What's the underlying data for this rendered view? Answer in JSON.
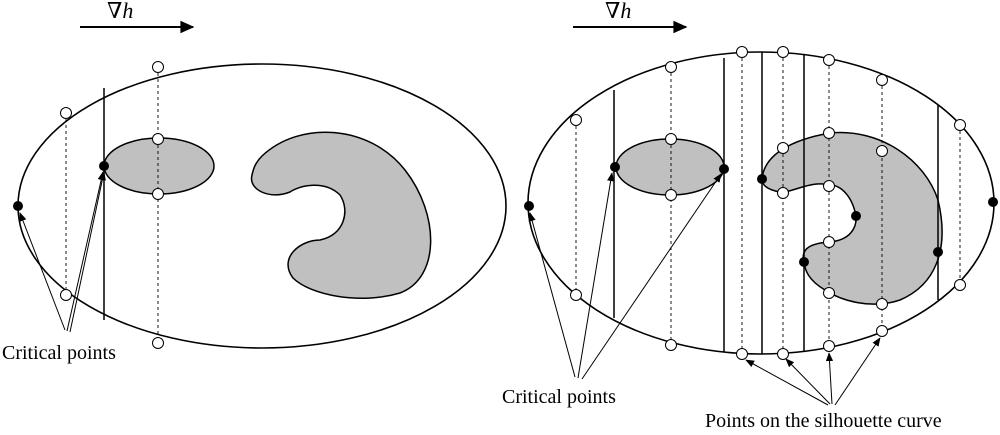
{
  "left_panel": {
    "gradient_label": "∇h",
    "callout": "Critical points"
  },
  "right_panel": {
    "gradient_label": "∇h",
    "callout_critical": "Critical points",
    "callout_silhouette": "Points on the silhouette curve"
  },
  "colors": {
    "obstacle_fill": "#c0c0c0",
    "stroke": "#000000",
    "open_point": "#ffffff",
    "filled_point": "#000000"
  }
}
